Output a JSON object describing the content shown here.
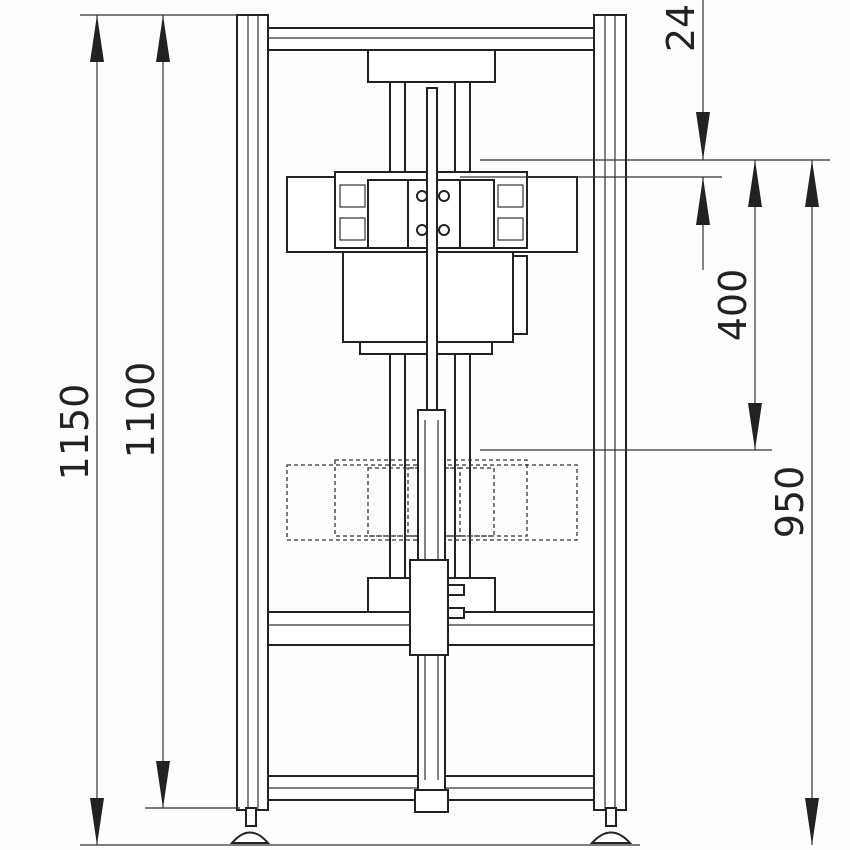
{
  "dimensions": {
    "overall_height": "1150",
    "frame_height": "1100",
    "top_offset": "24",
    "stroke": "400",
    "lower_height": "950"
  },
  "colors": {
    "line": "#222222",
    "background": "#fdfdfd"
  }
}
